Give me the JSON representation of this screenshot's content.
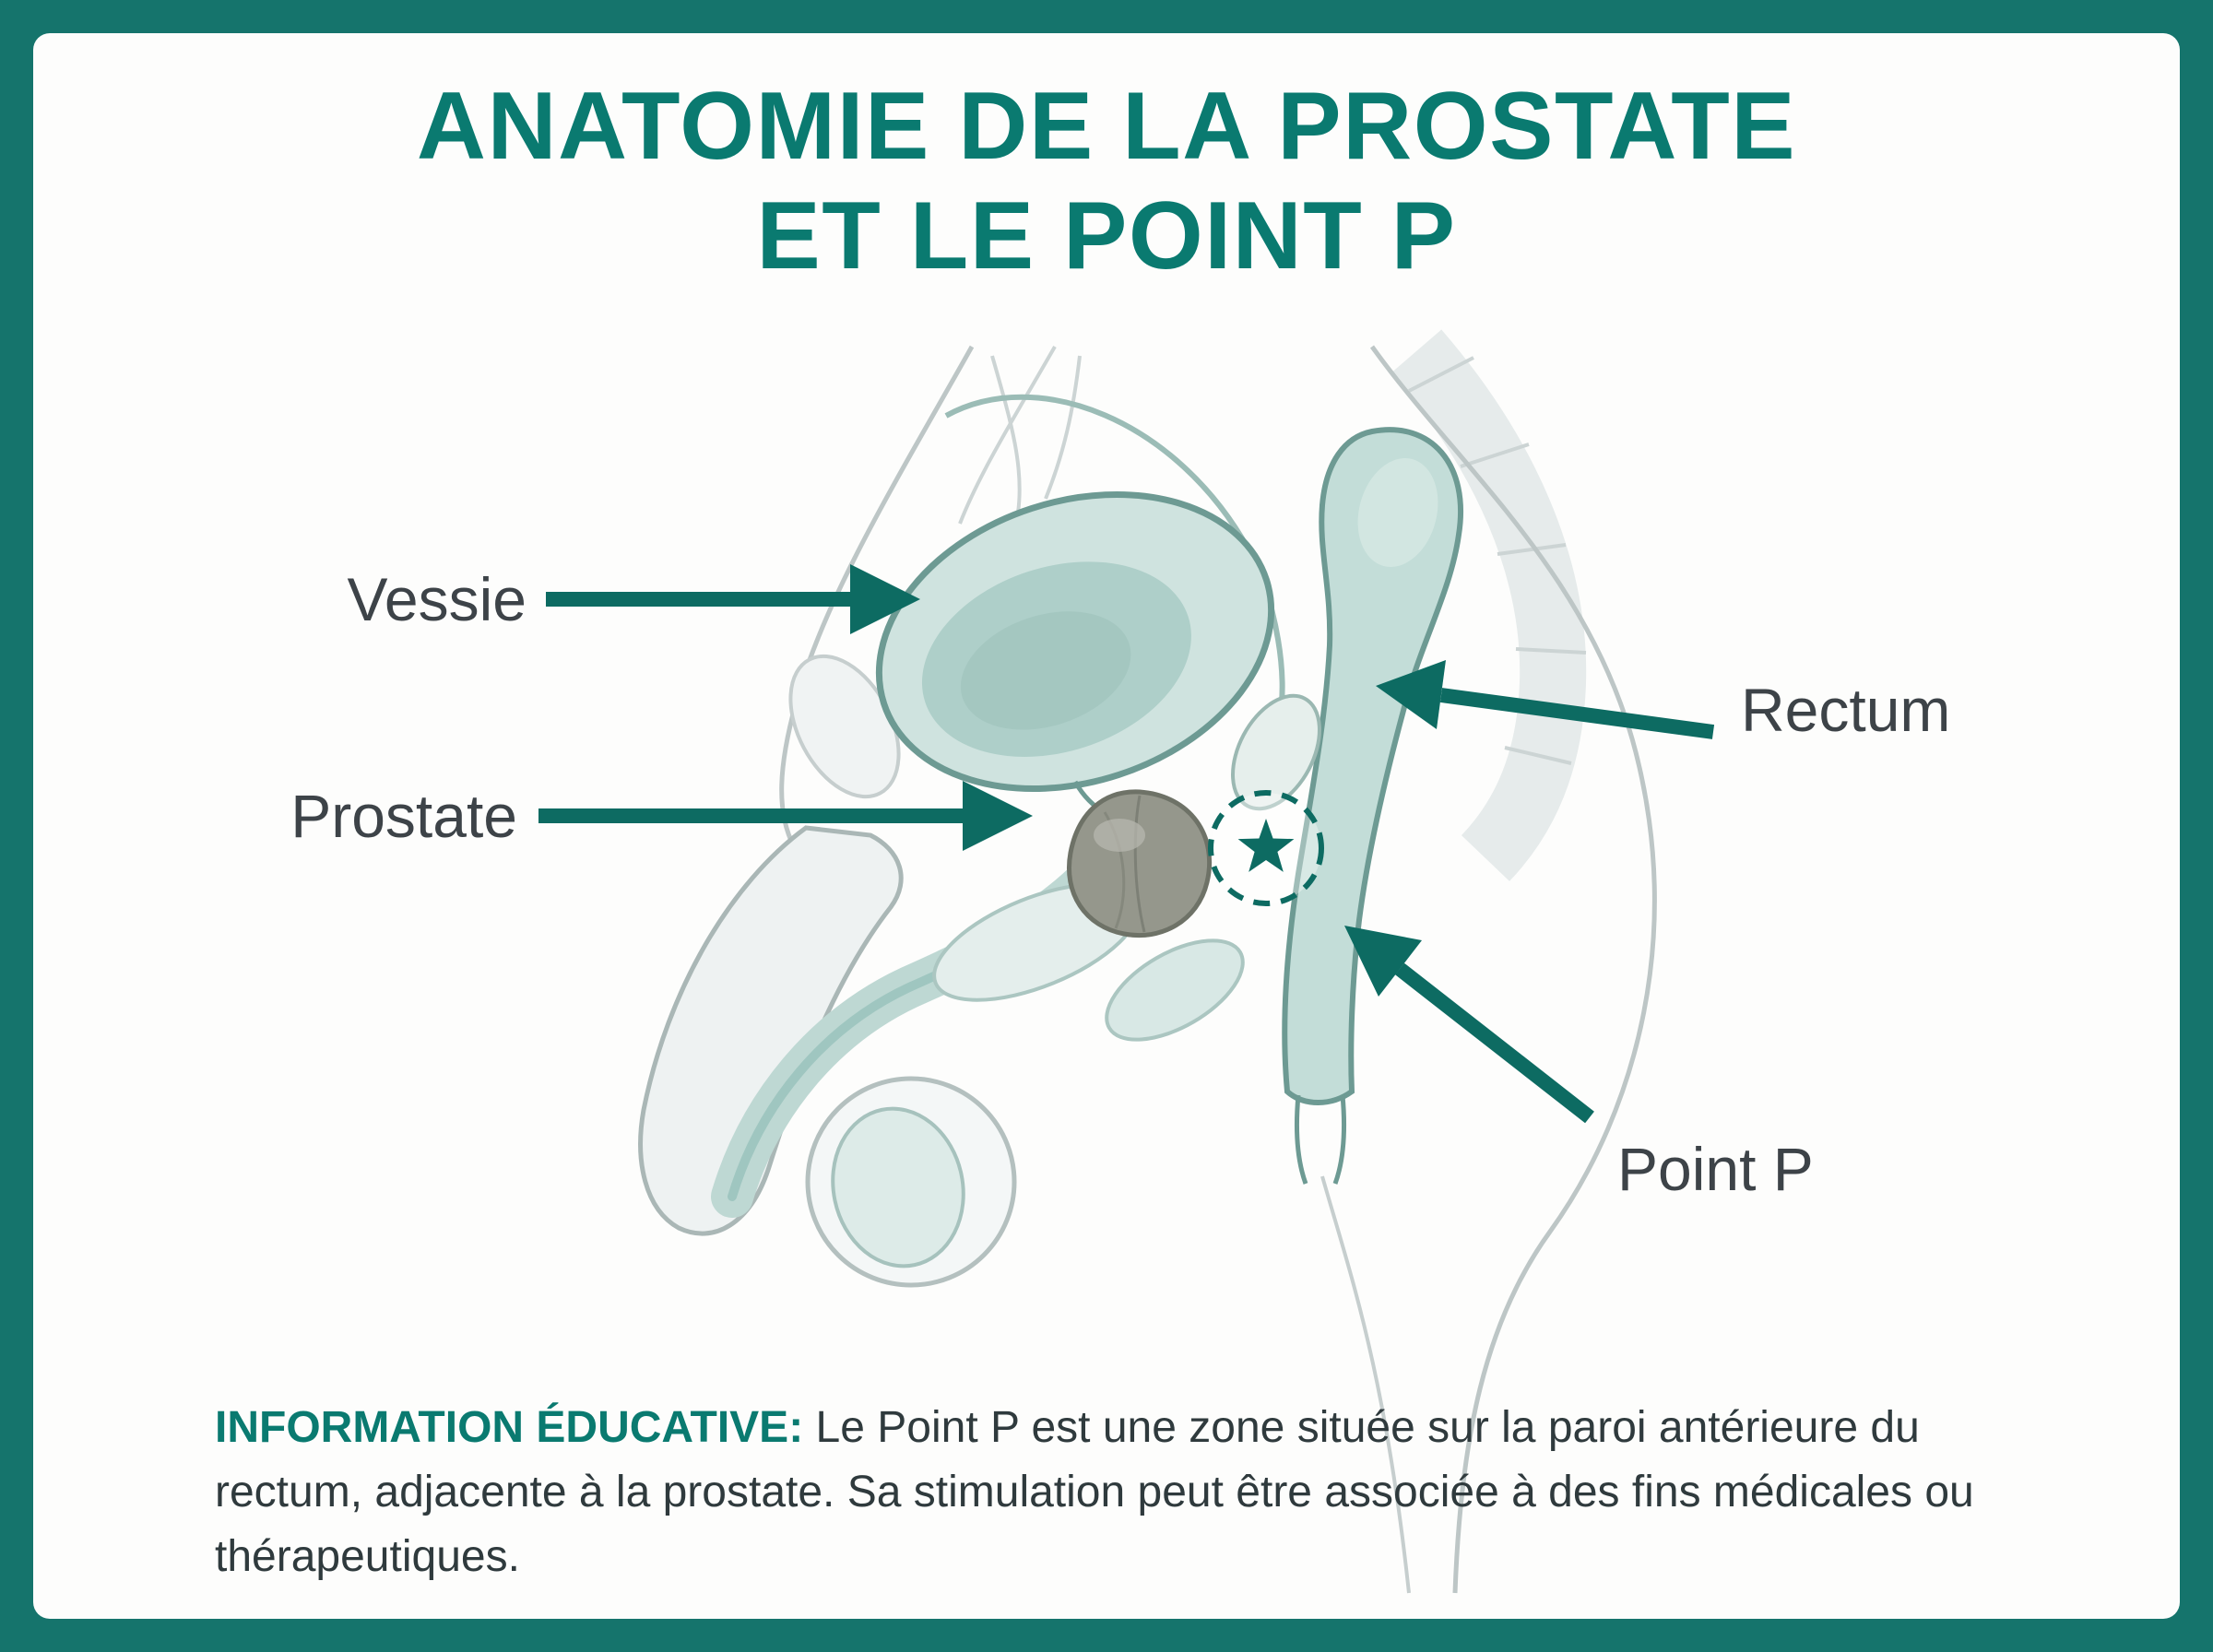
{
  "infographic": {
    "title_line1": "ANATOMIE DE LA PROSTATE",
    "title_line2": "ET LE POINT P"
  },
  "labels": {
    "bladder": "Vessie",
    "prostate": "Prostate",
    "rectum": "Rectum",
    "point_p": "Point P"
  },
  "footer": {
    "lead": "INFORMATION ÉDUCATIVE:",
    "body": "Le Point P est une zone située sur la paroi antérieure du rectum, adjacente à la prostate. Sa stimulation peut être associée à des fins médicales ou thérapeutiques."
  },
  "colors": {
    "frame_teal": "#15746c",
    "title_teal": "#0a7a70",
    "arrow_teal": "#0d6b62",
    "label_text": "#3d4348",
    "footer_text": "#2f3a3d",
    "organ_teal": "#c3ddd8",
    "organ_stroke": "#6d9a93",
    "prostate_gray": "#95978c"
  }
}
